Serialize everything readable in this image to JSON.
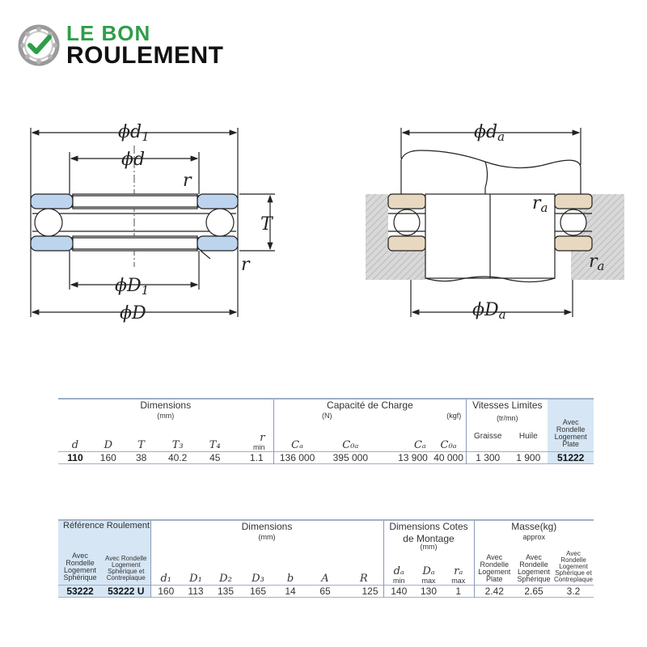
{
  "brand": {
    "line1": "LE BON",
    "line2": "ROULEMENT",
    "colors": {
      "green": "#2e9e4a",
      "black": "#111111",
      "highlight": "#d6e6f4",
      "rule": "#9fb0c8",
      "ring_fill": "#bdd4ee"
    }
  },
  "diagram_left": {
    "d1": "ϕd",
    "d1_sub": "1",
    "d": "ϕd",
    "r_top": "r",
    "T": "T",
    "r_bottom": "r",
    "D1": "ϕD",
    "D1_sub": "1",
    "D": "ϕD"
  },
  "diagram_right": {
    "da": "ϕd",
    "da_sub": "a",
    "ra_top": "r",
    "ra_top_sub": "a",
    "ra_bottom": "r",
    "ra_bottom_sub": "a",
    "Da": "ϕD",
    "Da_sub": "a"
  },
  "table1": {
    "group_dimensions": "Dimensions",
    "unit_mm": "(mm)",
    "group_capacity": "Capacité de Charge",
    "unit_n": "(N)",
    "unit_kgf": "(kgf)",
    "group_speed": "Vitesses Limites",
    "unit_trmin": "(tr/mn)",
    "ref_header": "Avec Rondelle Logement Plate",
    "col_d": "d",
    "col_D": "D",
    "col_T": "T",
    "col_T3": "T₃",
    "col_T4": "T₄",
    "col_r": "r",
    "col_r_min": "min",
    "col_Ca_n": "Cₐ",
    "col_C0a_n": "C₀ₐ",
    "col_Ca_kgf": "Cₐ",
    "col_C0a_kgf": "C₀ₐ",
    "col_grease": "Graisse",
    "col_oil": "Huile",
    "row": {
      "d": "110",
      "D": "160",
      "T": "38",
      "T3": "40.2",
      "T4": "45",
      "r": "1.1",
      "Ca_n": "136 000",
      "C0a_n": "395 000",
      "Ca_kgf": "13 900",
      "C0a_kgf": "40 000",
      "grease": "1 300",
      "oil": "1 900",
      "ref": "51222"
    }
  },
  "table2": {
    "group_ref": "Référence Roulement",
    "ref_col1": "Avec Rondelle Logement Sphérique",
    "ref_col2": "Avec Rondelle Logement Sphérique et Contreplaque",
    "group_dimensions": "Dimensions",
    "unit_mm": "(mm)",
    "group_mounting1": "Dimensions Cotes",
    "group_mounting2": "de Montage",
    "unit_mm2": "(mm)",
    "group_mass": "Masse(kg)",
    "mass_approx": "approx",
    "mass_col1": "Avec Rondelle Logement Plate",
    "mass_col2": "Avec Rondelle Logement Sphérique",
    "mass_col3": "Avec Rondelle Logement Sphérique et Contreplaque",
    "col_d1": "d₁",
    "col_D1": "D₁",
    "col_D2": "D₂",
    "col_D3": "D₃",
    "col_b": "b",
    "col_A": "A",
    "col_R": "R",
    "col_da": "dₐ",
    "col_da_min": "min",
    "col_Da": "Dₐ",
    "col_Da_max": "max",
    "col_ra": "rₐ",
    "col_ra_max": "max",
    "row": {
      "ref1": "53222",
      "ref2": "53222 U",
      "d1": "160",
      "D1": "113",
      "D2": "135",
      "D3": "165",
      "b": "14",
      "A": "65",
      "R": "125",
      "da": "140",
      "Da": "130",
      "ra": "1",
      "m1": "2.42",
      "m2": "2.65",
      "m3": "3.2"
    }
  }
}
